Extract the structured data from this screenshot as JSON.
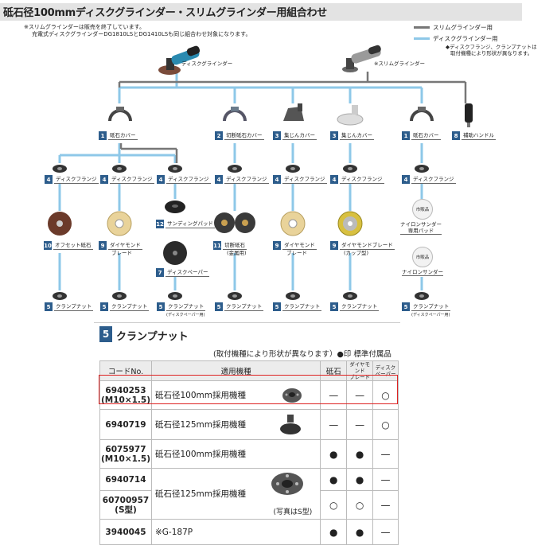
{
  "title": "砥石径100mmディスクグラインダー・スリムグラインダー用組合わせ",
  "notes_top": [
    "※スリムグラインダーは販売を終了しています。",
    "充電式ディスクグラインダーDG1810LSとDG1410LSも同じ組合わせ対象になります。"
  ],
  "legend": [
    {
      "label": "スリムグラインダー用",
      "color": "#777777"
    },
    {
      "label": "ディスクグラインダー用",
      "color": "#8ec8e8"
    }
  ],
  "legend_note": [
    "◆ディスクフランジ、クランプナットは",
    "取付機種により形状が異なります。"
  ],
  "tools": {
    "disc": "ディスクグラインダー",
    "slim": "※スリムグラインダー"
  },
  "covers": [
    {
      "num": "1",
      "label": "砥石カバー"
    },
    {
      "num": "2",
      "label": "切断砥石カバー"
    },
    {
      "num": "3",
      "label": "集じんカバー"
    },
    {
      "num": "3",
      "label": "集じんカバー"
    },
    {
      "num": "1",
      "label": "砥石カバー"
    },
    {
      "num": "8",
      "label": "補助ハンドル"
    }
  ],
  "flange": {
    "num": "4",
    "label": "ディスクフランジ"
  },
  "wheels": {
    "offset": {
      "num": "10",
      "label": "オフセット砥石"
    },
    "diamond": {
      "num": "9",
      "label": "ダイヤモンド",
      "label2": "ブレード"
    },
    "sanding_pad": {
      "num": "12",
      "label": "サンディングパッド"
    },
    "disc_paper": {
      "num": "7",
      "label": "ディスクペーパー"
    },
    "cutting": {
      "num": "11",
      "label": "切断砥石",
      "label2": "(金属用)"
    },
    "diamond_cup": {
      "num": "9",
      "label": "ダイヤモンドブレード",
      "label2": "(カップ型)"
    },
    "market": "市販品",
    "nylon_pad": "ナイロンサンダー",
    "nylon_pad2": "専用パッド",
    "nylon_sander": "ナイロンサンダー"
  },
  "clamp": {
    "num": "5",
    "label": "クランプナット",
    "sub": "(ディスクペーパー用)"
  },
  "section": {
    "num": "5",
    "title": "クランプナット"
  },
  "table_note": "(取付機種により形状が異なります）●印 標準付属品",
  "table": {
    "headers": [
      "コードNo.",
      "適用機種",
      "砥石",
      "ダイヤモンド",
      "ブレード",
      "ディスク",
      "ペーパー"
    ],
    "rows": [
      {
        "code": "6940253",
        "code2": "(M10×1.5)",
        "model": "砥石径100mm採用機種",
        "c1": "—",
        "c2": "—",
        "c3": "○"
      },
      {
        "code": "6940719",
        "code2": "",
        "model": "砥石径125mm採用機種",
        "c1": "—",
        "c2": "—",
        "c3": "○"
      },
      {
        "code": "6075977",
        "code2": "(M10×1.5)",
        "model": "砥石径100mm採用機種",
        "c1": "●",
        "c2": "●",
        "c3": "—"
      },
      {
        "code": "6940714",
        "code2": "",
        "model": "砥石径125mm採用機種",
        "c1": "●",
        "c2": "●",
        "c3": "—"
      },
      {
        "code": "60700957",
        "code2": "(S型)",
        "model": "",
        "c1": "○",
        "c2": "○",
        "c3": "—"
      },
      {
        "code": "3940045",
        "code2": "",
        "model": "※G-187P",
        "c1": "●",
        "c2": "●",
        "c3": "—"
      }
    ],
    "photo_note": "(写真はS型)"
  }
}
